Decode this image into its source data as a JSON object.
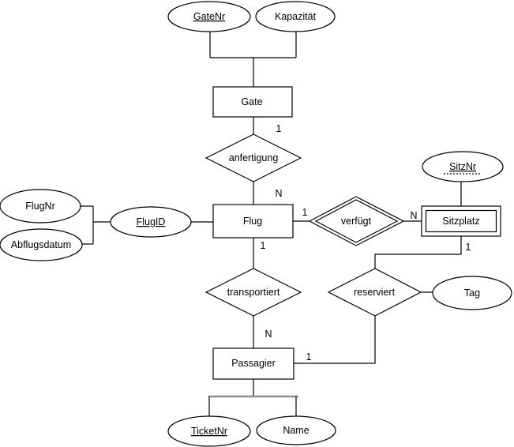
{
  "entities": [
    {
      "id": "gate",
      "label": "Gate",
      "weak": false
    },
    {
      "id": "flug",
      "label": "Flug",
      "weak": false
    },
    {
      "id": "sitzplatz",
      "label": "Sitzplatz",
      "weak": true
    },
    {
      "id": "passagier",
      "label": "Passagier",
      "weak": false
    }
  ],
  "relationships": [
    {
      "id": "anfertigung",
      "label": "anfertigung",
      "identifying": false
    },
    {
      "id": "verfuegt",
      "label": "verfügt",
      "identifying": true
    },
    {
      "id": "transportiert",
      "label": "transportiert",
      "identifying": false
    },
    {
      "id": "reserviert",
      "label": "reserviert",
      "identifying": false
    }
  ],
  "attributes": [
    {
      "id": "gatenr",
      "label": "GateNr",
      "key": "primary"
    },
    {
      "id": "kapazitaet",
      "label": "Kapazität",
      "key": "none"
    },
    {
      "id": "flugnr",
      "label": "FlugNr",
      "key": "none"
    },
    {
      "id": "abflugsdatum",
      "label": "Abflugsdatum",
      "key": "none"
    },
    {
      "id": "flugid",
      "label": "FlugID",
      "key": "primary"
    },
    {
      "id": "sitznr",
      "label": "SitzNr",
      "key": "partial"
    },
    {
      "id": "tag",
      "label": "Tag",
      "key": "none"
    },
    {
      "id": "ticketnr",
      "label": "TicketNr",
      "key": "primary"
    },
    {
      "id": "name",
      "label": "Name",
      "key": "none"
    }
  ],
  "cardinalities": {
    "gate_anfertigung": "1",
    "anfertigung_flug": "N",
    "flug_verfuegt": "1",
    "verfuegt_sitzplatz": "N",
    "sitzplatz_reserviert": "1",
    "flug_transportiert": "1",
    "transportiert_passagier": "N",
    "passagier_reserviert": "1"
  },
  "colors": {
    "stroke": "#000000",
    "fill": "#ffffff",
    "text": "#000000",
    "junction_bar": "#8f8f8f"
  }
}
